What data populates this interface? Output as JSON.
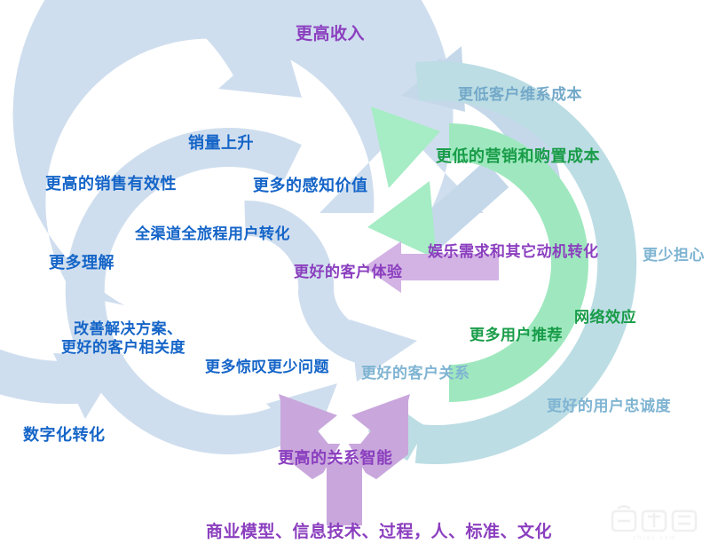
{
  "diagram": {
    "title": "客户价值循环图",
    "type": "cycle-diagram",
    "colors": {
      "blue_text": "#1666c6",
      "purple_text": "#7d3fb5",
      "green_text": "#1f9d4b",
      "teal_text": "#6fa8c8",
      "arrow_blue": "#cfdeee",
      "arrow_blue_mid": "#c2d4e8",
      "arrow_teal": "#bcdde4",
      "arrow_green": "#9fe8bf",
      "arrow_green_light": "#b7efcf",
      "arrow_purple": "#c9a7dc",
      "arrow_purple_light": "#d6b8e6",
      "watermark": "#f2f2f2",
      "background": "#ffffff"
    },
    "labels": [
      {
        "id": "higher-revenue",
        "text": "更高收入",
        "color": "purple"
      },
      {
        "id": "lower-retention-cost",
        "text": "更低客户维系成本",
        "color": "teal"
      },
      {
        "id": "sales-growth",
        "text": "销量上升",
        "color": "blue"
      },
      {
        "id": "lower-marketing-cost",
        "text": "更低的营销和购置成本",
        "color": "green"
      },
      {
        "id": "higher-sales-effect",
        "text": "更高的销售有效性",
        "color": "blue"
      },
      {
        "id": "more-perceived-value",
        "text": "更多的感知价值",
        "color": "blue"
      },
      {
        "id": "omnichannel-conv",
        "text": "全渠道全旅程用户转化",
        "color": "blue"
      },
      {
        "id": "entertainment-motive",
        "text": "娱乐需求和其它动机转化",
        "color": "purple"
      },
      {
        "id": "more-understanding",
        "text": "更多理解",
        "color": "blue"
      },
      {
        "id": "better-cx",
        "text": "更好的客户体验",
        "color": "purple"
      },
      {
        "id": "fewer-worries",
        "text": "更少担心",
        "color": "teal"
      },
      {
        "id": "network-effect",
        "text": "网络效应",
        "color": "green"
      },
      {
        "id": "improved-solutions",
        "text": "改善解决方案、",
        "color": "blue"
      },
      {
        "id": "better-relevance",
        "text": "更好的客户相关度",
        "color": "blue"
      },
      {
        "id": "more-referrals",
        "text": "更多用户推荐",
        "color": "green"
      },
      {
        "id": "more-wow-fewer-issues",
        "text": "更多惊叹更少问题",
        "color": "blue"
      },
      {
        "id": "better-relationships",
        "text": "更好的客户关系",
        "color": "teal"
      },
      {
        "id": "better-loyalty",
        "text": "更好的用户忠诚度",
        "color": "teal"
      },
      {
        "id": "digital-transform",
        "text": "数字化转化",
        "color": "blue"
      },
      {
        "id": "relationship-intel",
        "text": "更高的关系智能",
        "color": "purple"
      },
      {
        "id": "foundation",
        "text": "商业模型、信息技术、过程，人、标准、文化",
        "color": "purple"
      }
    ],
    "watermark": {
      "brand": "智东西",
      "url": "zhidx.com"
    }
  }
}
